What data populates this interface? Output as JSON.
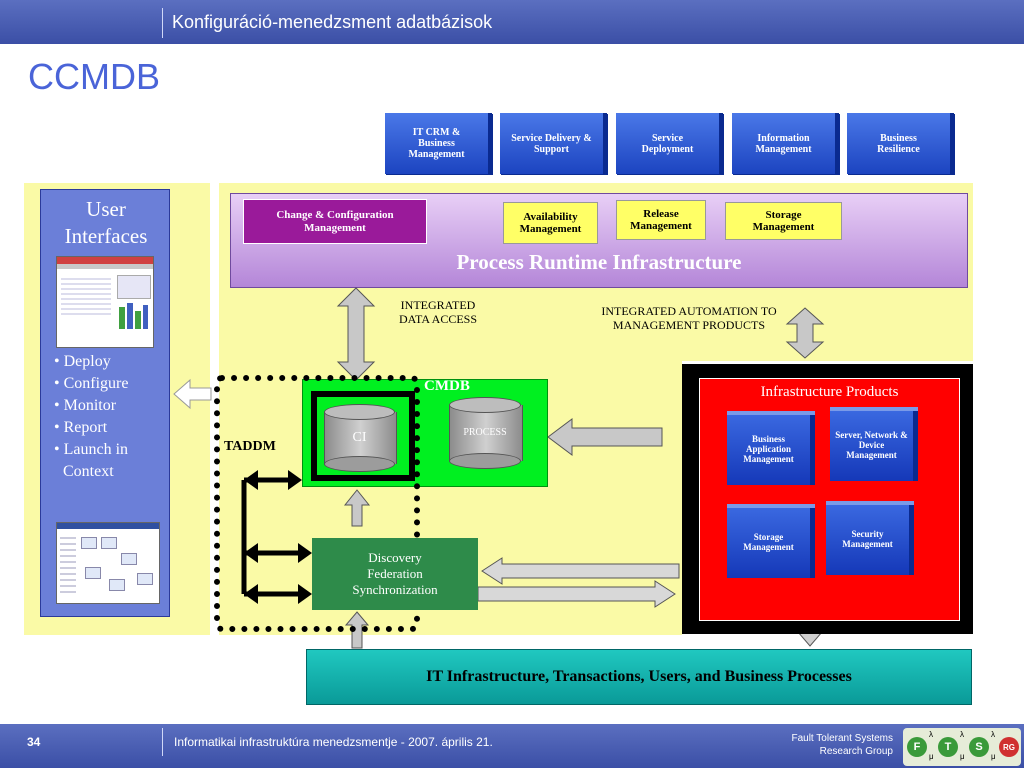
{
  "header": {
    "title": "Konfiguráció-menedzsment adatbázisok"
  },
  "slide": {
    "title": "CCMDB"
  },
  "top_boxes": [
    {
      "label": "IT CRM & Business Management"
    },
    {
      "label": "Service Delivery & Support"
    },
    {
      "label": "Service Deployment"
    },
    {
      "label": "Information Management"
    },
    {
      "label": "Business Resilience"
    }
  ],
  "user_interfaces": {
    "title": "User Interfaces",
    "items": [
      "• Deploy",
      "• Configure",
      "• Monitor",
      "• Report",
      "• Launch in Context"
    ]
  },
  "process_runtime": {
    "title": "Process Runtime Infrastructure",
    "change_config": "Change & Configuration Management",
    "availability": "Availability Management",
    "release": "Release Management",
    "storage": "Storage Management"
  },
  "labels": {
    "integrated_data": "INTEGRATED DATA ACCESS",
    "integrated_automation": "INTEGRATED AUTOMATION TO MANAGEMENT PRODUCTS",
    "taddm": "TADDM",
    "cmdb": "CMDB",
    "ci": "CI",
    "process": "PROCESS",
    "discovery": "Discovery Federation Synchronization"
  },
  "infrastructure": {
    "title": "Infrastructure Products",
    "boxes": [
      "Business Application Management",
      "Server, Network & Device Management",
      "Storage Management",
      "Security Management"
    ]
  },
  "bottom_bar": {
    "label": "IT Infrastructure, Transactions, Users, and Business Processes"
  },
  "footer": {
    "page": "34",
    "text": "Informatikai infrastruktúra menedzsmentje - 2007. április 21.",
    "org_line1": "Fault Tolerant Systems",
    "org_line2": "Research Group",
    "logo_letters": [
      "F",
      "T",
      "S",
      "RG"
    ],
    "logo_sub": [
      "λ",
      "μ",
      "λ",
      "μ",
      "λ",
      "μ"
    ]
  },
  "colors": {
    "accent": "#4a64d8",
    "header": "#4a5fb6",
    "cmdb_green": "#00f020",
    "infra_red": "#ff0000",
    "teal": "#0aa8a6"
  }
}
